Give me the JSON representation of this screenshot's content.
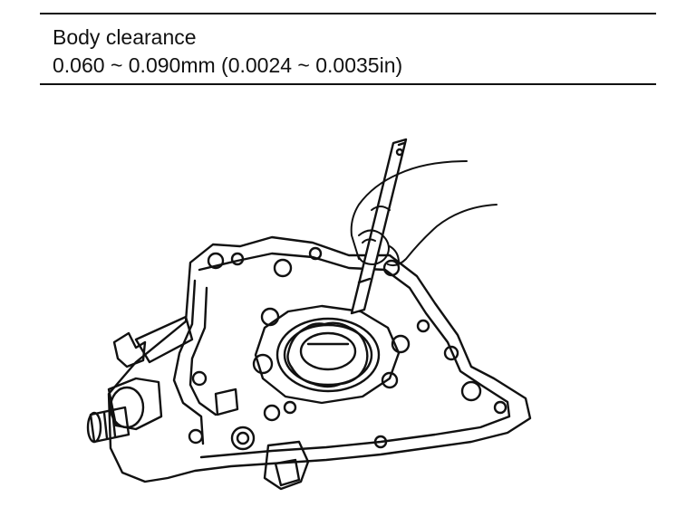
{
  "spec": {
    "title": "Body clearance",
    "value": "0.060 ~ 0.090mm (0.0024 ~ 0.0035in)"
  },
  "figure": {
    "subject": "oil-pump-body-with-feeler-gauge",
    "line_color": "#111111",
    "background": "#ffffff"
  }
}
